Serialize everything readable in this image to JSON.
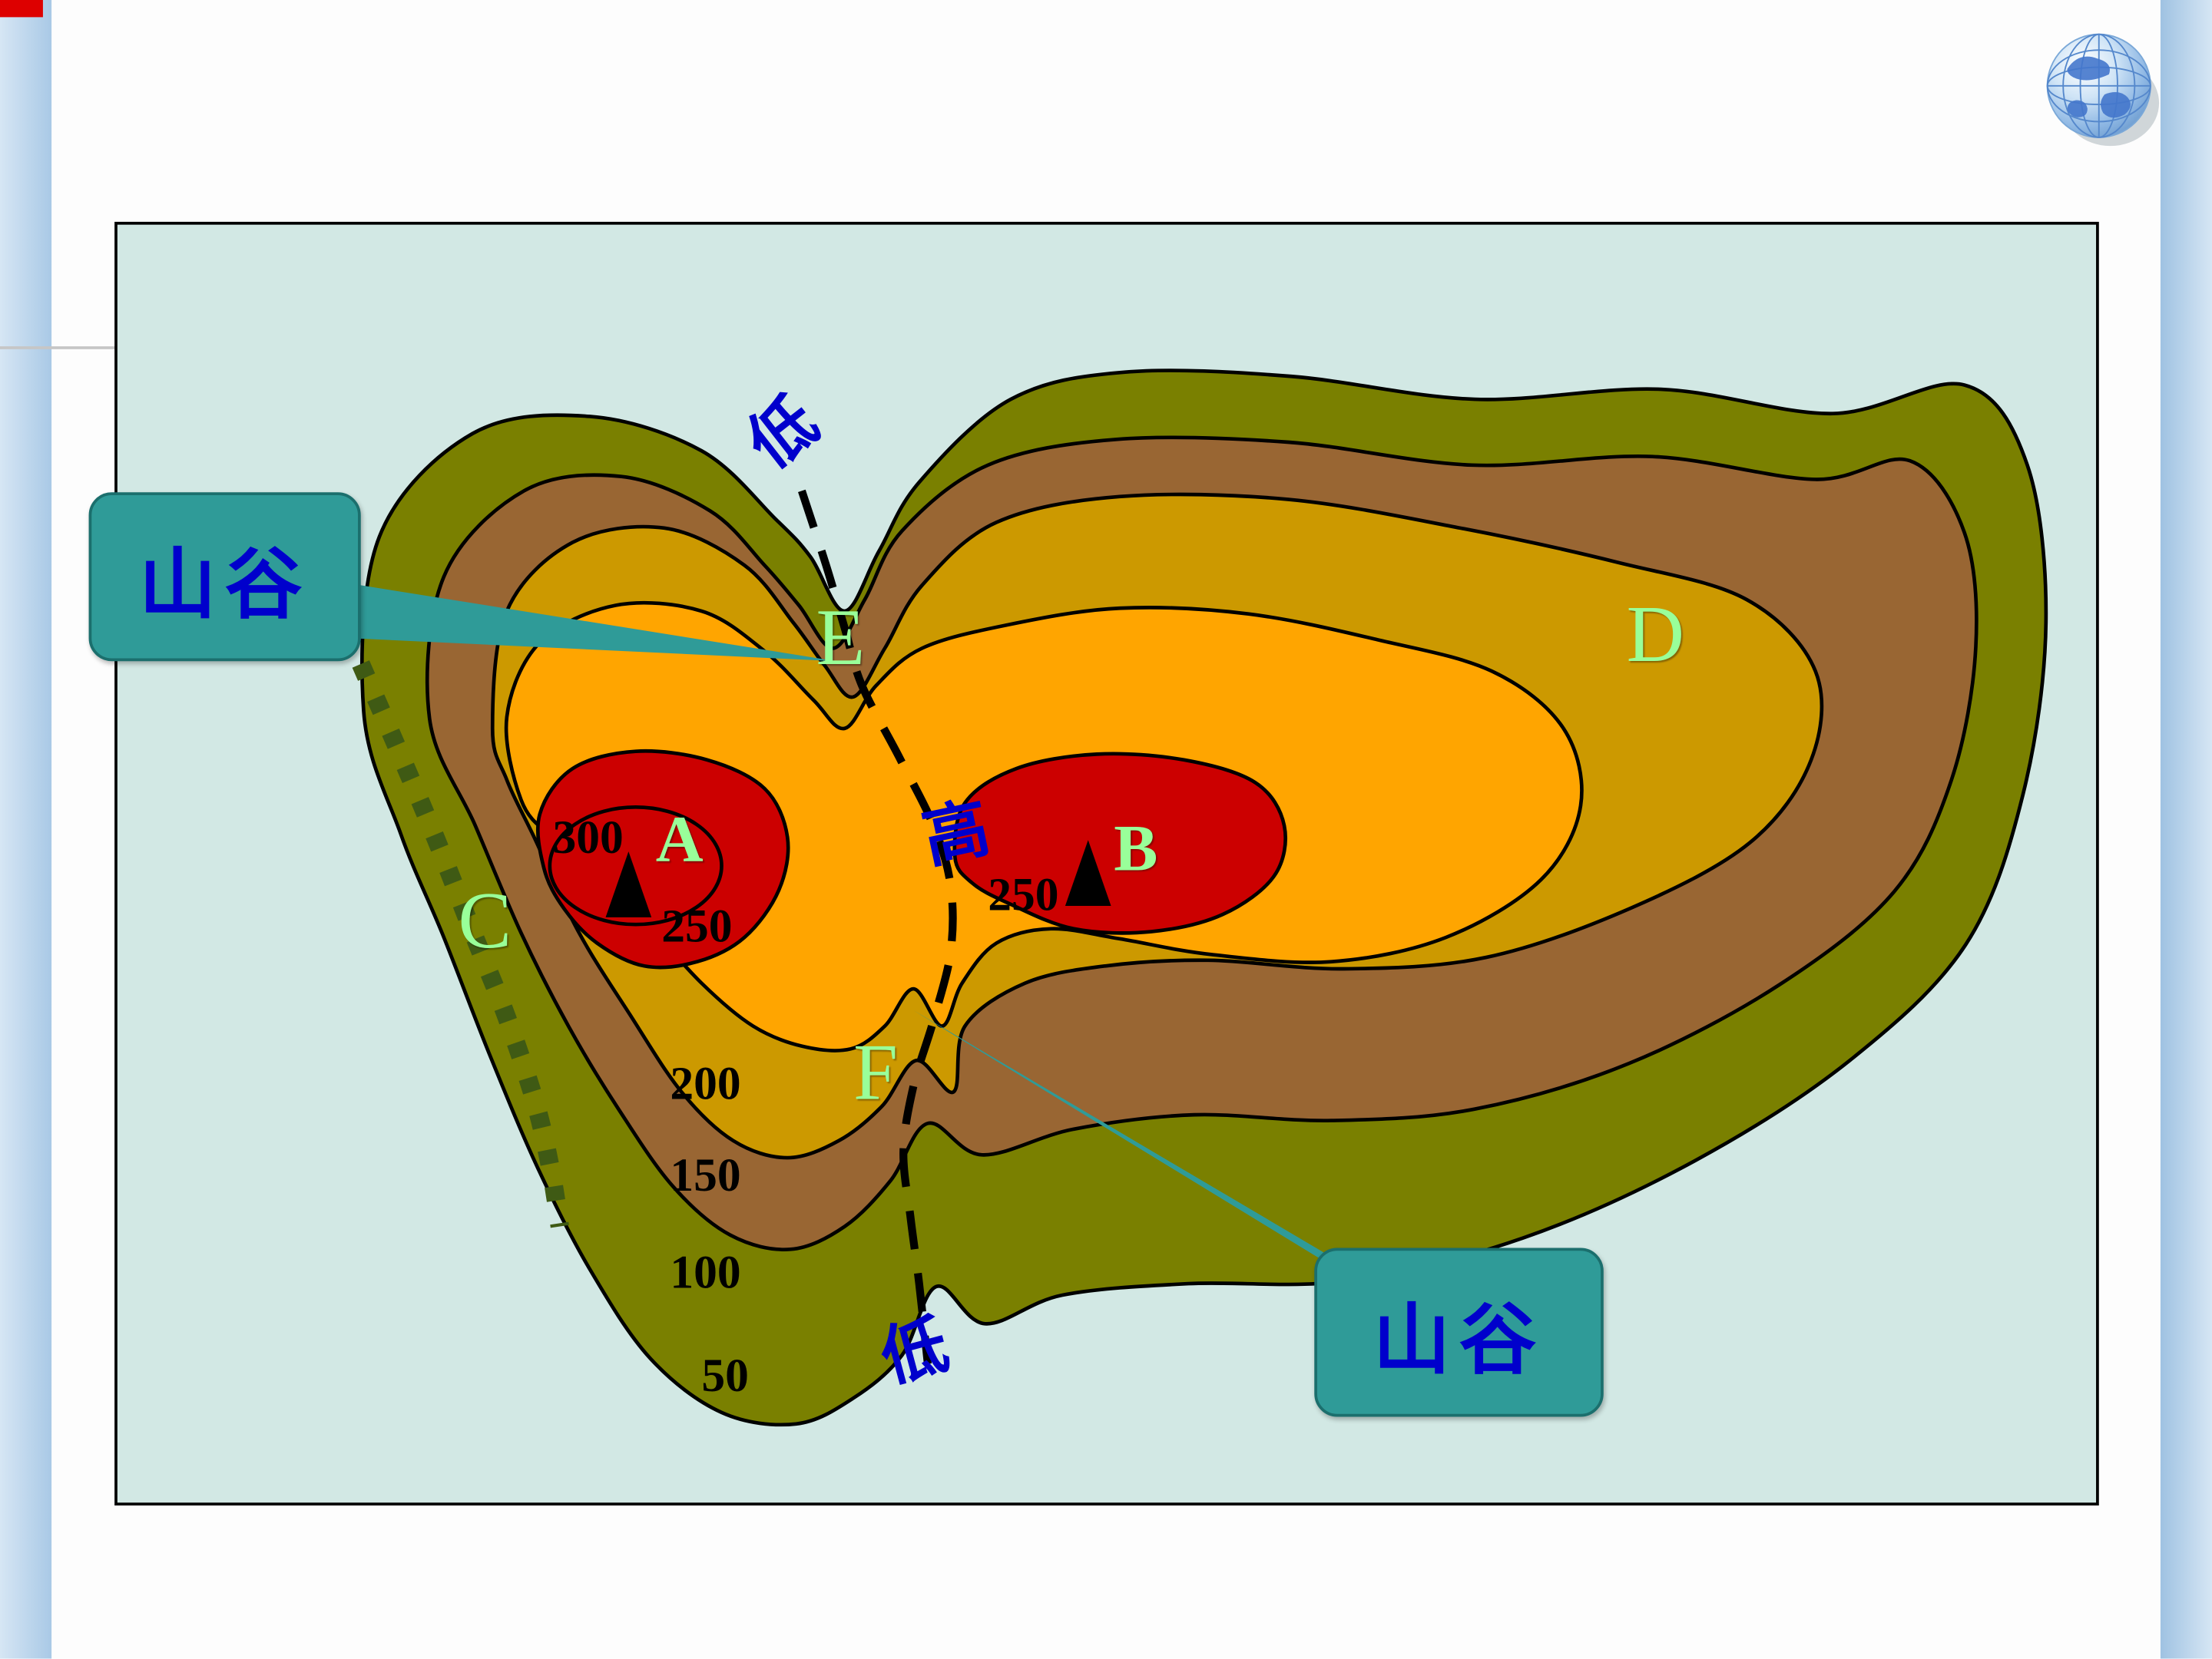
{
  "slide": {
    "side_strip_color": "#aac9e6",
    "corner_mark_color": "#dd0000"
  },
  "palette": {
    "map_background": "#d2e8e4",
    "band_olive": "#7a8000",
    "band_brown": "#996633",
    "band_gold": "#cc9900",
    "band_orange": "#ffa500",
    "band_red": "#cc0000",
    "contour_line": "#000000",
    "valley_dash_line": "#000000",
    "ridge_dot_line": "#3f5a14",
    "callout_fill": "#2f9b98",
    "label_green": "#99ff99",
    "label_blue": "#0000cc",
    "summit_marker": "#000000"
  },
  "map": {
    "peak_labels": {
      "a": "A",
      "b": "B"
    },
    "point_labels": {
      "c": "C",
      "d": "D",
      "e": "E",
      "f": "F"
    },
    "elevation_labels": {
      "l300": "300",
      "l250_left": "250",
      "l250_right": "250",
      "l200": "200",
      "l150": "150",
      "l100": "100",
      "l50": "50"
    },
    "direction_labels": {
      "top_low": "低",
      "middle_high": "高",
      "bottom_low": "低"
    },
    "contour_values": [
      50,
      100,
      150,
      200,
      250,
      300
    ]
  },
  "callouts": {
    "top_left": {
      "text": "山谷"
    },
    "bottom_right": {
      "text": "山谷"
    }
  },
  "icons": {
    "globe": "globe-icon"
  }
}
